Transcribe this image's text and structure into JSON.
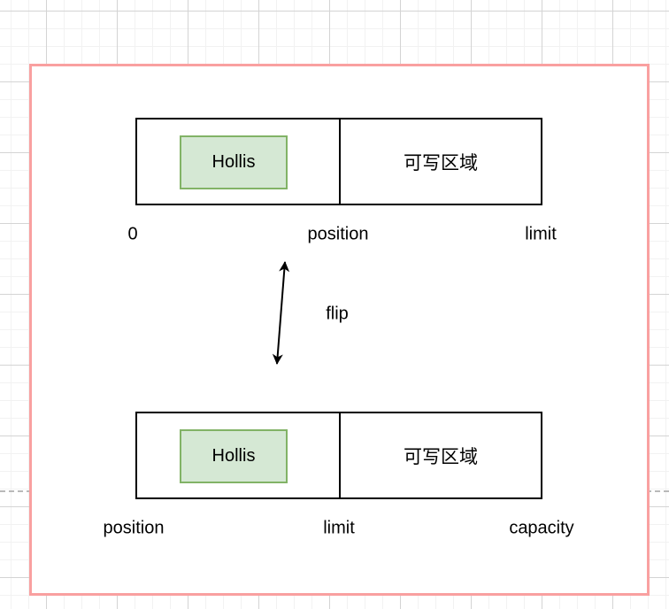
{
  "diagram": {
    "top_buffer": {
      "data_label": "Hollis",
      "writable_label": "可写区域",
      "markers": {
        "start": "0",
        "mid": "position",
        "end": "limit"
      }
    },
    "flip_label": "flip",
    "bottom_buffer": {
      "data_label": "Hollis",
      "writable_label": "可写区域",
      "markers": {
        "start": "position",
        "mid": "limit",
        "end": "capacity"
      }
    },
    "colors": {
      "frame_border": "#f9a0a0",
      "data_box_fill": "#d5e8d4",
      "data_box_border": "#82b366",
      "shape_border": "#000000",
      "dashed_guide": "#b9b9b9",
      "grid_minor": "#f2f2f2",
      "grid_major": "#d4d4d4"
    }
  }
}
